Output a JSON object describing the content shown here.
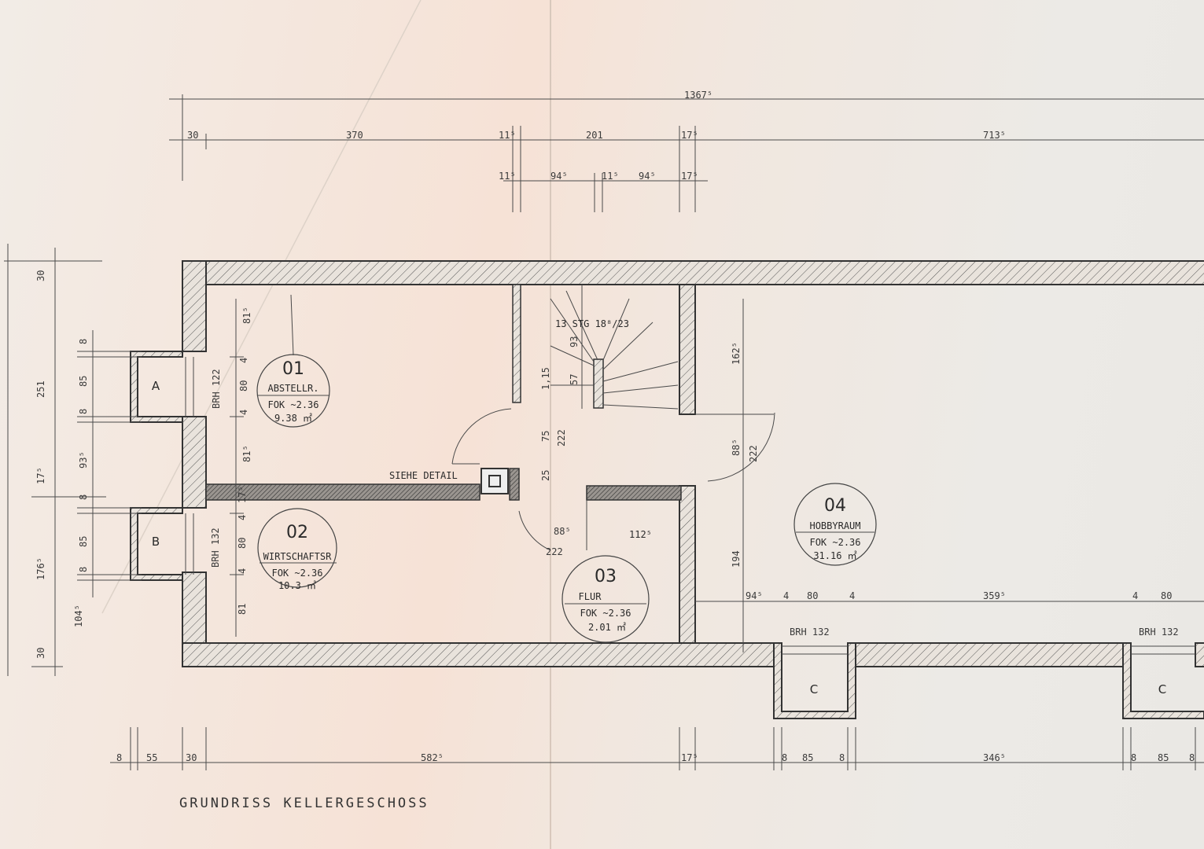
{
  "title": "GRUNDRISS  KELLERGESCHOSS",
  "rooms": [
    {
      "number": "01",
      "name": "ABSTELLR.",
      "fok": "FOK ~2.36",
      "area": "9.38 ㎡"
    },
    {
      "number": "02",
      "name": "WIRTSCHAFTSR",
      "fok": "FOK ~2.36",
      "area": "10.3 ㎡"
    },
    {
      "number": "03",
      "name": "FLUR",
      "fok": "FOK ~2.36",
      "area": "2.01 ㎡"
    },
    {
      "number": "04",
      "name": "HOBBYRAUM",
      "fok": "FOK ~2.36",
      "area": "31.16 ㎡"
    }
  ],
  "windows": {
    "a": "A",
    "b": "B",
    "c1": "C",
    "c2": "C"
  },
  "annotations": {
    "stair": "13 STG 18⁸/23",
    "detail": "SIEHE DETAIL",
    "brh_122": "BRH 122",
    "brh_132_left": "BRH 132",
    "brh_132_c1": "BRH 132",
    "brh_132_c2": "BRH 132"
  },
  "dimensions_top": {
    "overall": "1367⁵",
    "d30": "30",
    "d370": "370",
    "d11a": "11⁵",
    "d201": "201",
    "d17a": "17⁵",
    "d713": "713⁵",
    "d11b": "11⁵",
    "d94a": "94⁵",
    "d11c": "11⁵",
    "d94b": "94⁵",
    "d17b": "17⁵"
  },
  "dimensions_left": {
    "d30a": "30",
    "d251": "251",
    "d17": "17⁵",
    "d176": "176⁵",
    "d30b": "30",
    "d8a": "8",
    "d85a": "85",
    "d8b": "8",
    "d93": "93⁵",
    "d8c": "8",
    "d85b": "85",
    "d8d": "8",
    "d104": "104⁵"
  },
  "dimensions_inner": {
    "r1_815a": "81⁵",
    "r1_4a": "4",
    "r1_80": "80",
    "r1_4b": "4",
    "r1_815b": "81⁵",
    "r2_175": "17⁵",
    "r2_4a": "4",
    "r2_80": "80",
    "r2_4b": "4",
    "r2_81": "81",
    "st_93": "93",
    "st_57": "57",
    "st_15": "1,15",
    "st_75": "75",
    "st_222": "222",
    "st_25": "25",
    "fl_885": "88⁵",
    "fl_222": "222",
    "fl_1125": "112⁵",
    "h_1625": "162⁵",
    "h_885": "88⁵",
    "h_222": "222",
    "h_194": "194",
    "h_945": "94⁵",
    "h_4a": "4",
    "h_80a": "80",
    "h_4b": "4",
    "h_3595": "359⁵",
    "h_4c": "4",
    "h_80b": "80"
  },
  "dimensions_bottom": {
    "d8a": "8",
    "d55": "55",
    "d30": "30",
    "d582": "582⁵",
    "d17": "17⁵",
    "d8b": "8",
    "d85a": "85",
    "d8c": "8",
    "d346": "346⁵",
    "d8d": "8",
    "d85b": "85",
    "d8e": "8"
  }
}
